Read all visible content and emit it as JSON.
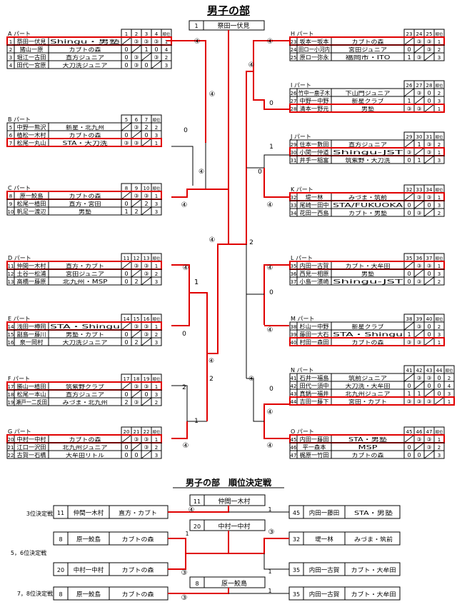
{
  "title": "男子の部",
  "final_box": {
    "num": "1",
    "text": "祭田一伏見"
  },
  "ranking_title": "男子の部　順位決定戦",
  "headers": {
    "rank": "順位"
  },
  "left_groups": [
    {
      "name": "A パート",
      "cols": [
        "1",
        "2",
        "3",
        "4"
      ],
      "rows": [
        {
          "n": "1",
          "pair": "祭田一伏見",
          "team": "Shingu・男塾",
          "cells": [
            "",
            "③",
            "③",
            "③"
          ],
          "rank": "1",
          "win": true
        },
        {
          "n": "2",
          "pair": "猪山一原",
          "team": "カブトの森",
          "cells": [
            "0",
            "",
            "1",
            "0"
          ],
          "rank": "4",
          "win": false
        },
        {
          "n": "3",
          "pair": "堀江一古田",
          "team": "直方ジュニア",
          "cells": [
            "0",
            "③",
            "",
            "③"
          ],
          "rank": "2",
          "win": false
        },
        {
          "n": "4",
          "pair": "田代一宮原",
          "team": "大刀洗ジュニア",
          "cells": [
            "0",
            "③",
            "0",
            ""
          ],
          "rank": "3",
          "win": false
        }
      ]
    },
    {
      "name": "B パート",
      "cols": [
        "5",
        "6",
        "7"
      ],
      "rows": [
        {
          "n": "5",
          "pair": "中野一熊沢",
          "team": "新星・北九州",
          "cells": [
            "",
            "③",
            "2"
          ],
          "rank": "2",
          "win": false
        },
        {
          "n": "6",
          "pair": "植松一木村",
          "team": "カブトの森",
          "cells": [
            "0",
            "",
            "0"
          ],
          "rank": "3",
          "win": false
        },
        {
          "n": "7",
          "pair": "松尾一丸山",
          "team": "STA・大刀洗",
          "cells": [
            "③",
            "③",
            ""
          ],
          "rank": "1",
          "win": true
        }
      ]
    },
    {
      "name": "C パート",
      "cols": [
        "8",
        "9",
        "10"
      ],
      "rows": [
        {
          "n": "8",
          "pair": "原一鮫島",
          "team": "カブトの森",
          "cells": [
            "",
            "③",
            "③"
          ],
          "rank": "1",
          "win": true
        },
        {
          "n": "9",
          "pair": "松尾一植田",
          "team": "直方・宮田",
          "cells": [
            "0",
            "",
            "2"
          ],
          "rank": "3",
          "win": false
        },
        {
          "n": "10",
          "pair": "帆足一渡辺",
          "team": "男塾",
          "cells": [
            "1",
            "2",
            ""
          ],
          "rank": "3",
          "win": false
        }
      ]
    },
    {
      "name": "D パート",
      "cols": [
        "11",
        "12",
        "13"
      ],
      "rows": [
        {
          "n": "11",
          "pair": "仲間一木村",
          "team": "直方・カブト",
          "cells": [
            "",
            "③",
            "③"
          ],
          "rank": "1",
          "win": true
        },
        {
          "n": "12",
          "pair": "土谷一松浦",
          "team": "宮田ジュニア",
          "cells": [
            "0",
            "",
            "③"
          ],
          "rank": "2",
          "win": false
        },
        {
          "n": "13",
          "pair": "高橋一藤原",
          "team": "北九州・MSP",
          "cells": [
            "0",
            "2",
            ""
          ],
          "rank": "3",
          "win": false
        }
      ]
    },
    {
      "name": "E パート",
      "cols": [
        "14",
        "15",
        "16"
      ],
      "rows": [
        {
          "n": "14",
          "pair": "浅田一樽岡",
          "team": "STA・Shingu",
          "cells": [
            "",
            "③",
            "③"
          ],
          "rank": "1",
          "win": true
        },
        {
          "n": "15",
          "pair": "副島一藤川",
          "team": "男塾・カブト",
          "cells": [
            "0",
            "",
            "③"
          ],
          "rank": "2",
          "win": false
        },
        {
          "n": "16",
          "pair": "泉一岡村",
          "team": "大刀洗ジュニア",
          "cells": [
            "0",
            "2",
            ""
          ],
          "rank": "3",
          "win": false
        }
      ]
    },
    {
      "name": "F パート",
      "cols": [
        "17",
        "18",
        "19"
      ],
      "rows": [
        {
          "n": "17",
          "pair": "勝山一植田",
          "team": "筑紫野クラブ",
          "cells": [
            "",
            "③",
            "③"
          ],
          "rank": "1",
          "win": true
        },
        {
          "n": "18",
          "pair": "松尾一本山",
          "team": "直方ジュニア",
          "cells": [
            "0",
            "",
            "0"
          ],
          "rank": "3",
          "win": false
        },
        {
          "n": "19",
          "pair": "瀬戸一二反田",
          "team": "みづま・北九州",
          "cells": [
            "2",
            "③",
            ""
          ],
          "rank": "2",
          "win": false
        }
      ]
    },
    {
      "name": "G パート",
      "cols": [
        "20",
        "21",
        "22"
      ],
      "rows": [
        {
          "n": "20",
          "pair": "中村一中村",
          "team": "カブトの森",
          "cells": [
            "",
            "③",
            "③"
          ],
          "rank": "1",
          "win": true
        },
        {
          "n": "21",
          "pair": "江口一沢田",
          "team": "北九州ジュニア",
          "cells": [
            "0",
            "",
            "③"
          ],
          "rank": "2",
          "win": false
        },
        {
          "n": "22",
          "pair": "古賀一石橋",
          "team": "大牟田リトル",
          "cells": [
            "0",
            "0",
            ""
          ],
          "rank": "3",
          "win": false
        }
      ]
    }
  ],
  "right_groups": [
    {
      "name": "H パート",
      "cols": [
        "23",
        "24",
        "25"
      ],
      "rows": [
        {
          "n": "23",
          "pair": "坂本一坂本",
          "team": "カブトの森",
          "cells": [
            "",
            "③",
            "③"
          ],
          "rank": "1",
          "win": true
        },
        {
          "n": "24",
          "pair": "田ロ一小河内",
          "team": "宮田ジュニア",
          "cells": [
            "0",
            "",
            "③"
          ],
          "rank": "2",
          "win": false
        },
        {
          "n": "25",
          "pair": "原ロ一弥永",
          "team": "福岡市・ITO",
          "cells": [
            "1",
            "③",
            ""
          ],
          "rank": "3",
          "win": false
        }
      ]
    },
    {
      "name": "I パート",
      "cols": [
        "26",
        "27",
        "28"
      ],
      "rows": [
        {
          "n": "26",
          "pair": "竹中一鹿子木",
          "team": "下山門ジュニア",
          "cells": [
            "",
            "③",
            "0"
          ],
          "rank": "2",
          "win": false
        },
        {
          "n": "27",
          "pair": "中野一中野",
          "team": "新星クラブ",
          "cells": [
            "1",
            "",
            "0"
          ],
          "rank": "3",
          "win": false
        },
        {
          "n": "28",
          "pair": "清本一野元",
          "team": "男塾",
          "cells": [
            "③",
            "③",
            ""
          ],
          "rank": "1",
          "win": true
        }
      ]
    },
    {
      "name": "J パート",
      "cols": [
        "29",
        "30",
        "31"
      ],
      "rows": [
        {
          "n": "29",
          "pair": "住本一數田",
          "team": "直方ジュニア",
          "cells": [
            "",
            "1",
            "③"
          ],
          "rank": "2",
          "win": false
        },
        {
          "n": "30",
          "pair": "小関一仲道",
          "team": "Shingu-JST",
          "cells": [
            "③",
            "",
            "③"
          ],
          "rank": "1",
          "win": true
        },
        {
          "n": "31",
          "pair": "井手一稲富",
          "team": "筑紫野・大刀洗",
          "cells": [
            "0",
            "1",
            ""
          ],
          "rank": "3",
          "win": false
        }
      ]
    },
    {
      "name": "K パート",
      "cols": [
        "32",
        "33",
        "34"
      ],
      "rows": [
        {
          "n": "32",
          "pair": "堤一林",
          "team": "みづま・筑前",
          "cells": [
            "",
            "③",
            "③"
          ],
          "rank": "1",
          "win": true
        },
        {
          "n": "33",
          "pair": "尾崎一田中",
          "team": "STA/FUKUOKA",
          "cells": [
            "0",
            "",
            "0"
          ],
          "rank": "3",
          "win": false
        },
        {
          "n": "34",
          "pair": "花田一西島",
          "team": "カブト・男塾",
          "cells": [
            "0",
            "③",
            ""
          ],
          "rank": "2",
          "win": false
        }
      ]
    },
    {
      "name": "L パート",
      "cols": [
        "35",
        "36",
        "37"
      ],
      "rows": [
        {
          "n": "35",
          "pair": "内田一古賀",
          "team": "カブト・大牟田",
          "cells": [
            "",
            "③",
            "③"
          ],
          "rank": "1",
          "win": true
        },
        {
          "n": "36",
          "pair": "西見一相原",
          "team": "男塾",
          "cells": [
            "0",
            "",
            "0"
          ],
          "rank": "3",
          "win": false
        },
        {
          "n": "37",
          "pair": "小島一濱崎",
          "team": "Shingu-JST",
          "cells": [
            "0",
            "③",
            ""
          ],
          "rank": "2",
          "win": false
        }
      ]
    },
    {
      "name": "M パート",
      "cols": [
        "38",
        "39",
        "40"
      ],
      "rows": [
        {
          "n": "38",
          "pair": "杉山一中野",
          "team": "新星クラブ",
          "cells": [
            "",
            "③",
            "0"
          ],
          "rank": "2",
          "win": false
        },
        {
          "n": "39",
          "pair": "藤田一大石",
          "team": "STA・Shingu",
          "cells": [
            "1",
            "",
            "0"
          ],
          "rank": "3",
          "win": false
        },
        {
          "n": "40",
          "pair": "村田一森田",
          "team": "カブトの森",
          "cells": [
            "③",
            "③",
            ""
          ],
          "rank": "1",
          "win": true
        }
      ]
    },
    {
      "name": "N パート",
      "cols": [
        "41",
        "42",
        "43",
        "44"
      ],
      "rows": [
        {
          "n": "41",
          "pair": "石井一福島",
          "team": "筑前ジュニア",
          "cells": [
            "",
            "③",
            "③",
            "0"
          ],
          "rank": "2",
          "win": false
        },
        {
          "n": "42",
          "pair": "田代一須中",
          "team": "大刀洗・大牟田",
          "cells": [
            "0",
            "",
            "0",
            "0"
          ],
          "rank": "4",
          "win": false
        },
        {
          "n": "43",
          "pair": "真鍋一福井",
          "team": "北九州ジュニア",
          "cells": [
            "1",
            "1",
            "",
            "0"
          ],
          "rank": "3",
          "win": false
        },
        {
          "n": "44",
          "pair": "吉田一藤下",
          "team": "宮田・カブト",
          "cells": [
            "③",
            "③",
            "③",
            ""
          ],
          "rank": "1",
          "win": true
        }
      ]
    },
    {
      "name": "O パート",
      "cols": [
        "45",
        "46",
        "47"
      ],
      "rows": [
        {
          "n": "45",
          "pair": "内田一藤田",
          "team": "STA・男塾",
          "cells": [
            "",
            "③",
            "③"
          ],
          "rank": "1",
          "win": true
        },
        {
          "n": "46",
          "pair": "平一森本",
          "team": "MSP",
          "cells": [
            "0",
            "",
            "③"
          ],
          "rank": "2",
          "win": false
        },
        {
          "n": "47",
          "pair": "梶原一竹田",
          "team": "カブトの森",
          "cells": [
            "0",
            "0",
            ""
          ],
          "rank": "3",
          "win": false
        }
      ]
    }
  ],
  "tournament": {
    "left_scores": [
      "④",
      "0",
      "④",
      "④",
      "④",
      "④",
      "1",
      "0",
      "2",
      "④",
      "1",
      "④",
      "④",
      "④"
    ],
    "right_scores": [
      "④",
      "0",
      "④",
      "1",
      "0",
      "④",
      "④",
      "0",
      "④",
      "0",
      "④",
      "④",
      "④",
      "④",
      "2"
    ],
    "final_scores": [
      "④",
      "④",
      "2"
    ]
  },
  "ranking": [
    {
      "label": "3位決定戦",
      "top": {
        "num": "11",
        "text": "仲間一木村"
      },
      "left": {
        "n": "11",
        "pair": "仲間一木村",
        "team": "直方・カブト"
      },
      "right": {
        "n": "45",
        "pair": "内田一藤田",
        "team": "STA・男塾"
      },
      "scores": [
        "④",
        "1"
      ]
    },
    {
      "label": "5，6位決定戦",
      "top": {
        "num": "20",
        "text": "中村一中村"
      },
      "left1": {
        "n": "8",
        "pair": "原一鮫島",
        "team": "カブトの森"
      },
      "left2": {
        "n": "20",
        "pair": "中村一中村",
        "team": "カブトの森"
      },
      "right1": {
        "n": "32",
        "pair": "堤一林",
        "team": "みづま・筑前"
      },
      "right2": {
        "n": "35",
        "pair": "内田一古賀",
        "team": "カブト・大牟田"
      },
      "scores": [
        "1",
        "③",
        "③",
        "1"
      ]
    },
    {
      "label": "7，8位決定戦",
      "top": {
        "num": "8",
        "text": "原一鮫島"
      },
      "left": {
        "n": "8",
        "pair": "原一鮫島",
        "team": "カブトの森"
      },
      "right": {
        "n": "35",
        "pair": "内田一古賀",
        "team": "カブト・大牟田"
      },
      "scores": [
        "③",
        "1"
      ]
    }
  ],
  "colors": {
    "win": "#e00000",
    "line": "#000000"
  }
}
